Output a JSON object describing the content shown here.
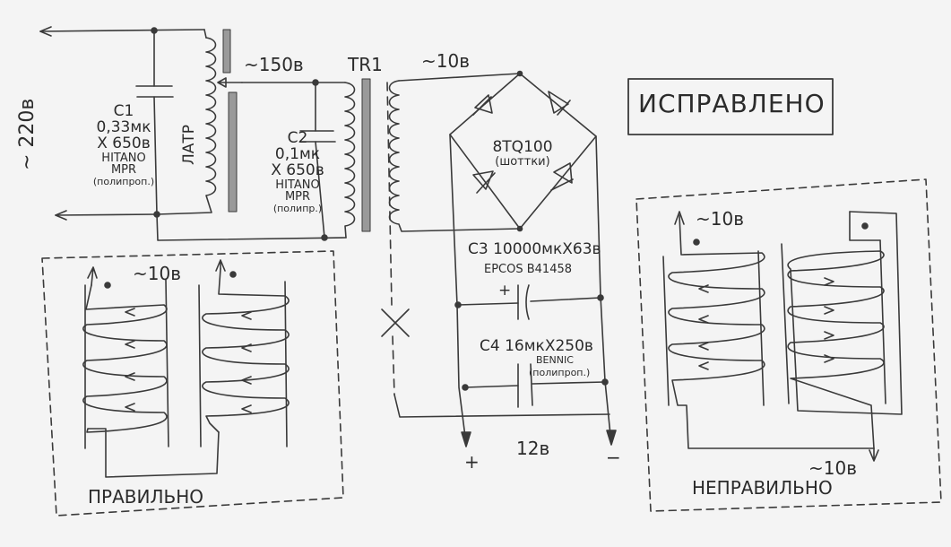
{
  "input": {
    "voltage": "~ 220в"
  },
  "latr": {
    "label": "ЛАТР",
    "output": "~150в"
  },
  "c1": {
    "name": "С1",
    "value": "0,33мк",
    "voltage": "Х 650в",
    "brand": "HITANO",
    "model": "MPR",
    "type": "(полипроп.)"
  },
  "tr1": {
    "name": "TR1",
    "secondary": "~10в"
  },
  "c2": {
    "name": "С2",
    "value": "0,1мк",
    "voltage": "Х 650в",
    "brand": "HITANO",
    "model": "MPR",
    "type": "(полипр.)"
  },
  "bridge": {
    "diode": "8TQ100",
    "type": "(шоттки)"
  },
  "c3": {
    "text": "С3 10000мкХ63в",
    "maker": "EPCOS B41458",
    "plus": "+"
  },
  "c4": {
    "text": "С4 16мкХ250в",
    "maker": "BENNIC",
    "type": "(полипроп.)"
  },
  "output": {
    "plus": "+",
    "voltage": "12в",
    "minus": "−"
  },
  "stamp": {
    "text": "ИСПРАВЛЕНО"
  },
  "correct_box": {
    "voltage": "~10в",
    "caption": "ПРАВИЛЬНО"
  },
  "wrong_box": {
    "voltage_top": "~10в",
    "voltage_bottom": "~10в",
    "caption": "НЕПРАВИЛЬНО"
  }
}
